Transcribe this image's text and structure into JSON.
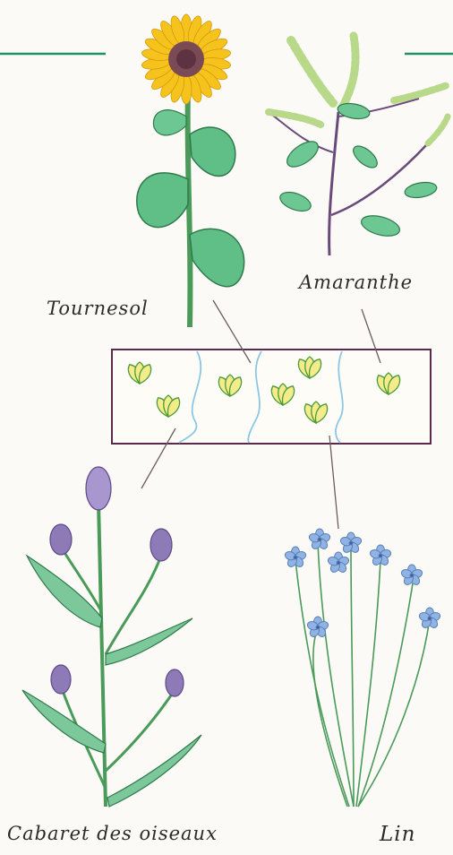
{
  "labels": {
    "tournesol": "Tournesol",
    "amaranthe": "Amaranthe",
    "cabaret": "Cabaret des oiseaux",
    "lin": "Lin"
  },
  "colors": {
    "accent_line": "#1f8f6a",
    "box_border": "#5b2a4a",
    "leader_line": "#6d5a63",
    "water_line": "#8cc7e6",
    "seed_fill": "#f4ec8a",
    "seed_stroke": "#4c9a3a",
    "sunflower_petal": "#f6c21c",
    "sunflower_center": "#7a4a55",
    "leaf_green": "#57b47e",
    "stem_green": "#4a9a5a",
    "teasel_purple": "#8e7ab6",
    "flax_blue": "#8fb3e3"
  },
  "icons": [
    "sunflower-illustration",
    "amaranth-illustration",
    "teasel-illustration",
    "flax-illustration",
    "seed-mix-box"
  ]
}
